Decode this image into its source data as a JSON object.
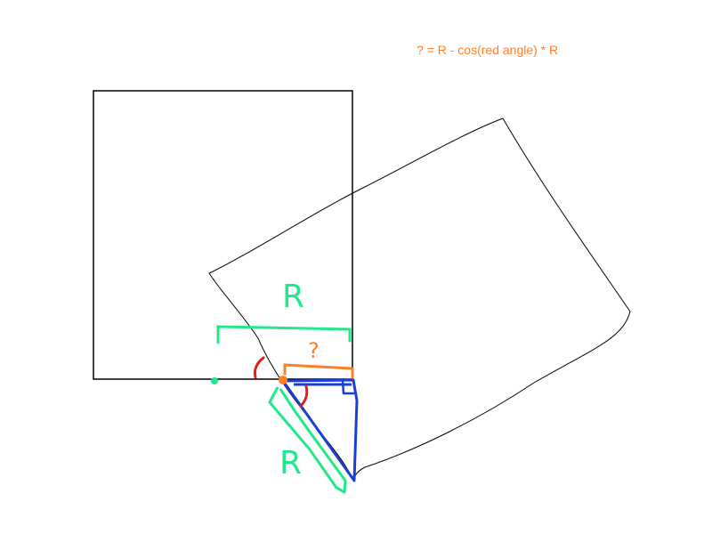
{
  "formula": "? = R - cos(red angle) * R",
  "labels": {
    "radius_top": "R",
    "radius_diagonal": "R",
    "unknown": "?"
  },
  "colors": {
    "outline": "#000000",
    "radius": "#22e88a",
    "unknown": "#ff7f27",
    "triangle": "#1a3fd6",
    "angle": "#e0201a",
    "pivot": "#ff7f27"
  }
}
